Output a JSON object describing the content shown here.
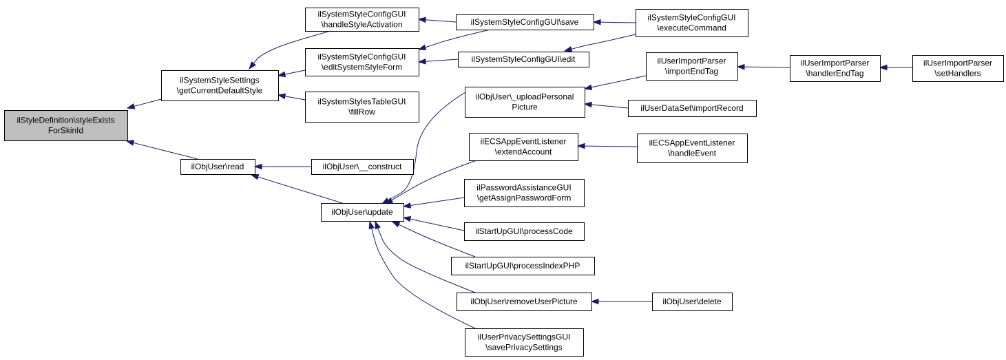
{
  "colors": {
    "edge": "#191970",
    "root_fill": "#bfbfbf",
    "node_fill": "#ffffff",
    "node_border": "#000000"
  },
  "nodes": [
    {
      "id": "root",
      "lines": [
        "ilStyleDefinition\\styleExists",
        "ForSkinId"
      ],
      "highlight": true
    },
    {
      "id": "getCurrentDefaultStyle",
      "lines": [
        "ilSystemStyleSettings",
        "\\getCurrentDefaultStyle"
      ]
    },
    {
      "id": "objUserRead",
      "lines": [
        "ilObjUser\\read"
      ]
    },
    {
      "id": "handleStyleActivation",
      "lines": [
        "ilSystemStyleConfigGUI",
        "\\handleStyleActivation"
      ]
    },
    {
      "id": "editSystemStyleForm",
      "lines": [
        "ilSystemStyleConfigGUI",
        "\\editSystemStyleForm"
      ]
    },
    {
      "id": "fillRow",
      "lines": [
        "ilSystemStylesTableGUI",
        "\\fillRow"
      ]
    },
    {
      "id": "construct",
      "lines": [
        "ilObjUser\\__construct"
      ]
    },
    {
      "id": "update",
      "lines": [
        "ilObjUser\\update"
      ]
    },
    {
      "id": "save",
      "lines": [
        "ilSystemStyleConfigGUI\\save"
      ]
    },
    {
      "id": "edit",
      "lines": [
        "ilSystemStyleConfigGUI\\edit"
      ]
    },
    {
      "id": "executeCommand",
      "lines": [
        "ilSystemStyleConfigGUI",
        "\\executeCommand"
      ]
    },
    {
      "id": "uploadPersonalPicture",
      "lines": [
        "ilObjUser\\_uploadPersonal",
        "Picture"
      ]
    },
    {
      "id": "extendAccount",
      "lines": [
        "ilECSAppEventListener",
        "\\extendAccount"
      ]
    },
    {
      "id": "getAssignPasswordForm",
      "lines": [
        "ilPasswordAssistanceGUI",
        "\\getAssignPasswordForm"
      ]
    },
    {
      "id": "processCode",
      "lines": [
        "ilStartUpGUI\\processCode"
      ]
    },
    {
      "id": "processIndexPHP",
      "lines": [
        "ilStartUpGUI\\processIndexPHP"
      ]
    },
    {
      "id": "removeUserPicture",
      "lines": [
        "ilObjUser\\removeUserPicture"
      ]
    },
    {
      "id": "savePrivacySettings",
      "lines": [
        "ilUserPrivacySettingsGUI",
        "\\savePrivacySettings"
      ]
    },
    {
      "id": "importEndTag",
      "lines": [
        "ilUserImportParser",
        "\\importEndTag"
      ]
    },
    {
      "id": "importRecord",
      "lines": [
        "ilUserDataSet\\importRecord"
      ]
    },
    {
      "id": "handleEvent",
      "lines": [
        "ilECSAppEventListener",
        "\\handleEvent"
      ]
    },
    {
      "id": "objUserDelete",
      "lines": [
        "ilObjUser\\delete"
      ]
    },
    {
      "id": "handlerEndTag",
      "lines": [
        "ilUserImportParser",
        "\\handlerEndTag"
      ]
    },
    {
      "id": "setHandlers",
      "lines": [
        "ilUserImportParser",
        "\\setHandlers"
      ]
    }
  ],
  "edges": [
    {
      "from": "getCurrentDefaultStyle",
      "to": "root"
    },
    {
      "from": "objUserRead",
      "to": "root"
    },
    {
      "from": "handleStyleActivation",
      "to": "getCurrentDefaultStyle"
    },
    {
      "from": "editSystemStyleForm",
      "to": "getCurrentDefaultStyle"
    },
    {
      "from": "fillRow",
      "to": "getCurrentDefaultStyle"
    },
    {
      "from": "construct",
      "to": "objUserRead"
    },
    {
      "from": "update",
      "to": "objUserRead"
    },
    {
      "from": "save",
      "to": "handleStyleActivation"
    },
    {
      "from": "save",
      "to": "editSystemStyleForm"
    },
    {
      "from": "edit",
      "to": "editSystemStyleForm"
    },
    {
      "from": "executeCommand",
      "to": "save"
    },
    {
      "from": "executeCommand",
      "to": "edit"
    },
    {
      "from": "uploadPersonalPicture",
      "to": "update"
    },
    {
      "from": "extendAccount",
      "to": "update"
    },
    {
      "from": "getAssignPasswordForm",
      "to": "update"
    },
    {
      "from": "processCode",
      "to": "update"
    },
    {
      "from": "processIndexPHP",
      "to": "update"
    },
    {
      "from": "removeUserPicture",
      "to": "update"
    },
    {
      "from": "savePrivacySettings",
      "to": "update"
    },
    {
      "from": "importEndTag",
      "to": "uploadPersonalPicture"
    },
    {
      "from": "importRecord",
      "to": "uploadPersonalPicture"
    },
    {
      "from": "handleEvent",
      "to": "extendAccount"
    },
    {
      "from": "objUserDelete",
      "to": "removeUserPicture"
    },
    {
      "from": "handlerEndTag",
      "to": "importEndTag"
    },
    {
      "from": "setHandlers",
      "to": "handlerEndTag"
    }
  ]
}
